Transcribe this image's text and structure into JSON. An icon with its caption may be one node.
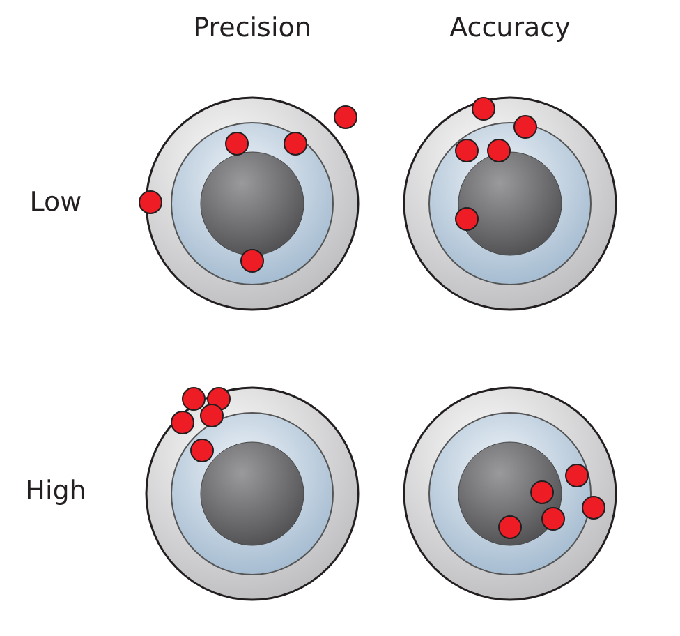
{
  "diagram": {
    "labels": [
      "Precision",
      "Accuracy",
      "Low",
      "High"
    ]
  }
}
